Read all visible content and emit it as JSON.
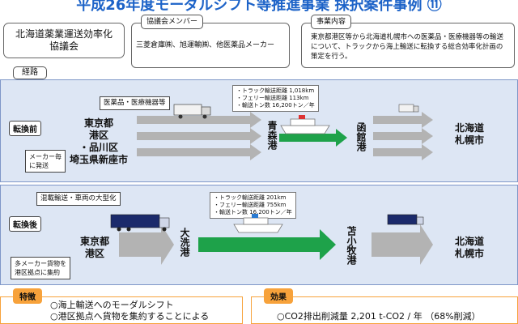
{
  "header": {
    "title": "平成26年度モーダルシフト等推進事業 採択案件事例 ⑪"
  },
  "project": {
    "name_line1": "北海道薬業運送効率化",
    "name_line2": "協議会"
  },
  "members": {
    "label": "協議会メンバー",
    "text": "三菱倉庫㈱、旭運輸㈱、他医薬品メーカー"
  },
  "content": {
    "label": "事業内容",
    "text": "東京都港区等から北海道札幌市への医薬品・医療機器等の輸送について、トラックから海上輸送に転換する総合効率化計画の策定を行う。"
  },
  "route": {
    "label": "経路",
    "before": {
      "label": "転換前",
      "cargo_tag": "医薬品・医療機器等",
      "origin_lines": [
        "東京都",
        "港区",
        "・品川区",
        "埼玉県新座市"
      ],
      "note_lines": [
        "メーカー毎",
        "に発送"
      ],
      "port1": "青森港",
      "port2": "函館港",
      "destination_lines": [
        "北海道",
        "札幌市"
      ],
      "stats": [
        "・トラック輸送距離  1,018km",
        "・フェリー輸送距離  113km",
        "・輸送トン数  16,200トン／年"
      ]
    },
    "after": {
      "label": "転換後",
      "cargo_tag": "混載輸送・車両の大型化",
      "origin_lines": [
        "東京都",
        "港区"
      ],
      "note_lines": [
        "多メーカー貨物を",
        "港区拠点に集約"
      ],
      "port1": "大洗港",
      "port2": "苫小牧港",
      "destination_lines": [
        "北海道",
        "札幌市"
      ],
      "stats": [
        "・トラック輸送距離  201km",
        "・フェリー輸送距離  755km",
        "・輸送トン数  16,200トン／年"
      ]
    }
  },
  "features": {
    "label": "特徴",
    "items": [
      "○海上輸送へのモーダルシフト",
      "○港区拠点へ貨物を集約することによる"
    ]
  },
  "effects": {
    "label": "効果",
    "items": [
      "○CO2排出削減量  2,201 t-CO2 / 年 （68%削減）"
    ]
  },
  "colors": {
    "title": "#1d63c8",
    "section_bg": "#dde6f4",
    "arrow_gray": "#b3b3b3",
    "arrow_green": "#1ea24a",
    "orange": "#f7a23b"
  }
}
